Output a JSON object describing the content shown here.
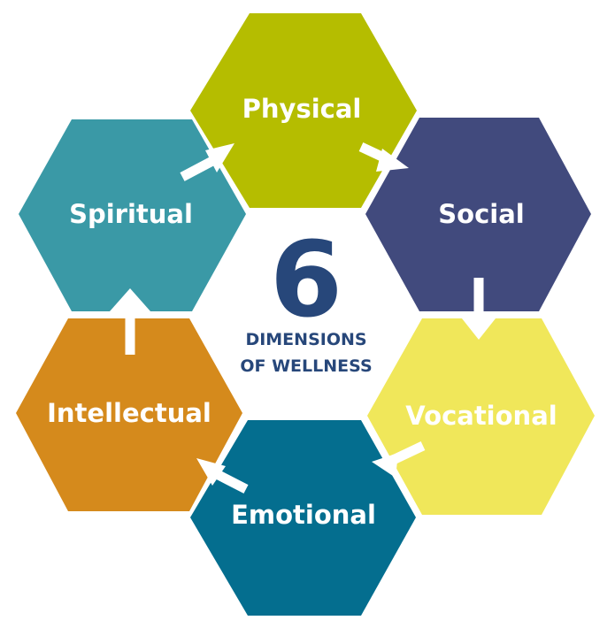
{
  "center": {
    "number": "6",
    "line1": "DIMENSIONS",
    "line2": "OF WELLNESS",
    "color": "#27477a"
  },
  "dimensions": [
    {
      "label": "Physical",
      "color": "#b5bd00"
    },
    {
      "label": "Social",
      "color": "#414a7d"
    },
    {
      "label": "Vocational",
      "color": "#f0e75a"
    },
    {
      "label": "Emotional",
      "color": "#046e8f"
    },
    {
      "label": "Intellectual",
      "color": "#d58a1c"
    },
    {
      "label": "Spiritual",
      "color": "#3a99a6"
    }
  ]
}
